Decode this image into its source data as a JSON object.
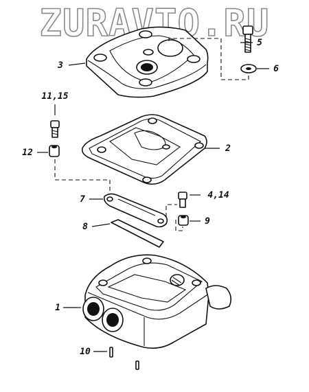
{
  "watermark": "ZURAVTO.RU",
  "callouts": {
    "c1": "1",
    "c2": "2",
    "c3": "3",
    "c4": "4,14",
    "c5": "5",
    "c6": "6",
    "c7": "7",
    "c8": "8",
    "c9": "9",
    "c10": "10",
    "c11": "11,15",
    "c12": "12"
  }
}
